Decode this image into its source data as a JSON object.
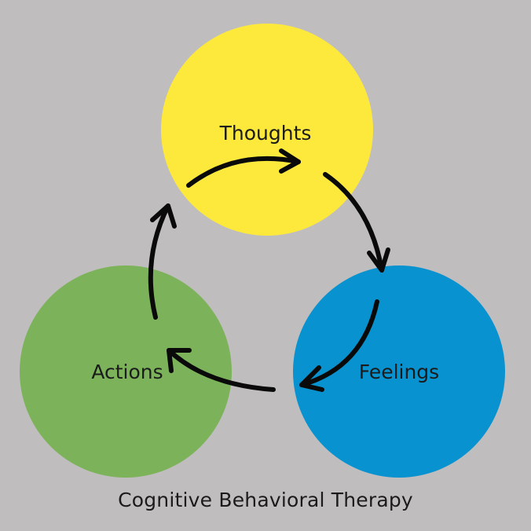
{
  "background_color": "#c0bdbf",
  "nodes": {
    "thoughts": {
      "label": "Thoughts",
      "color": "#fde93b"
    },
    "feelings": {
      "label": "Feelings",
      "color": "#0892cf"
    },
    "actions": {
      "label": "Actions",
      "color": "#7cb35a"
    }
  },
  "cycle_order": [
    "Thoughts",
    "Feelings",
    "Actions"
  ],
  "caption": "Cognitive Behavioral Therapy"
}
